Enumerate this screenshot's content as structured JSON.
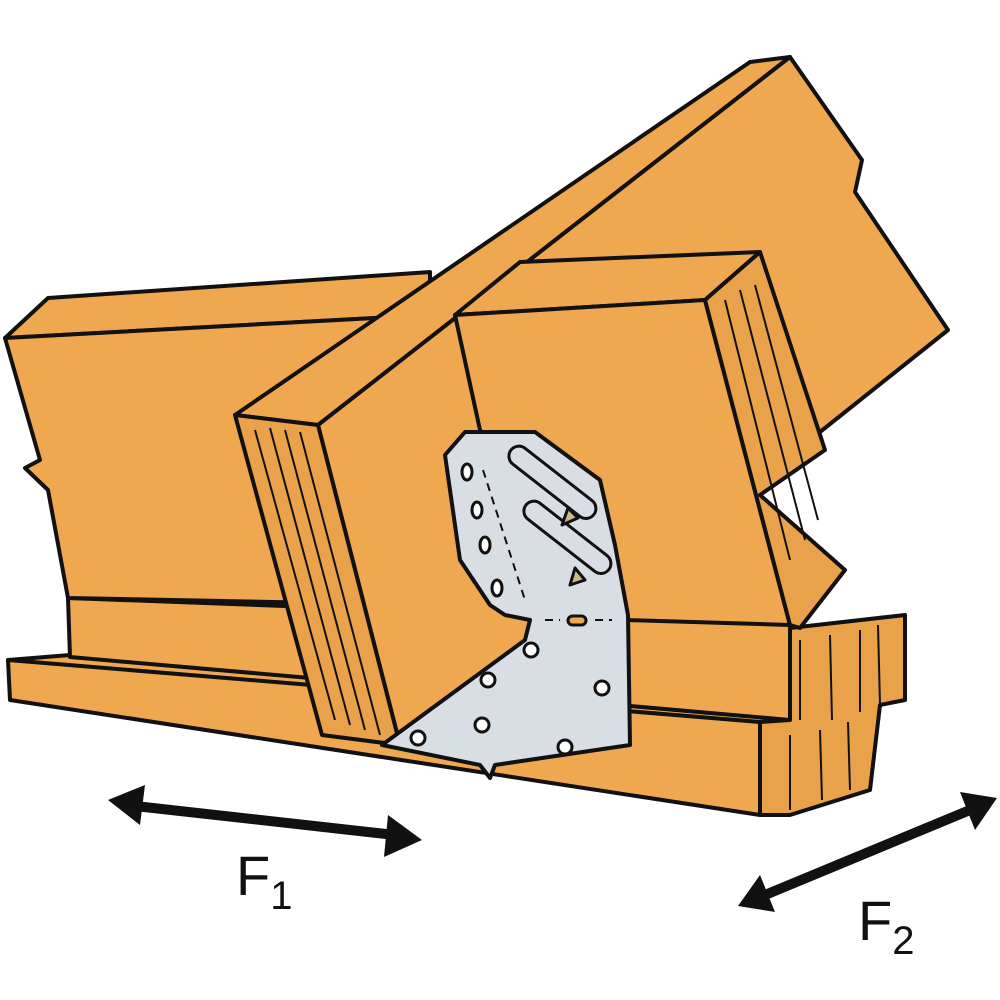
{
  "labels": {
    "force1": "F",
    "force1_sub": "1",
    "force2": "F",
    "force2_sub": "2"
  },
  "colors": {
    "wood": "#F0A850",
    "wood_end": "#E9A14A",
    "plate": "#D9DEE4",
    "outline": "#111111",
    "triangle": "#C9B98A",
    "slot_fill": "#F0A850"
  }
}
